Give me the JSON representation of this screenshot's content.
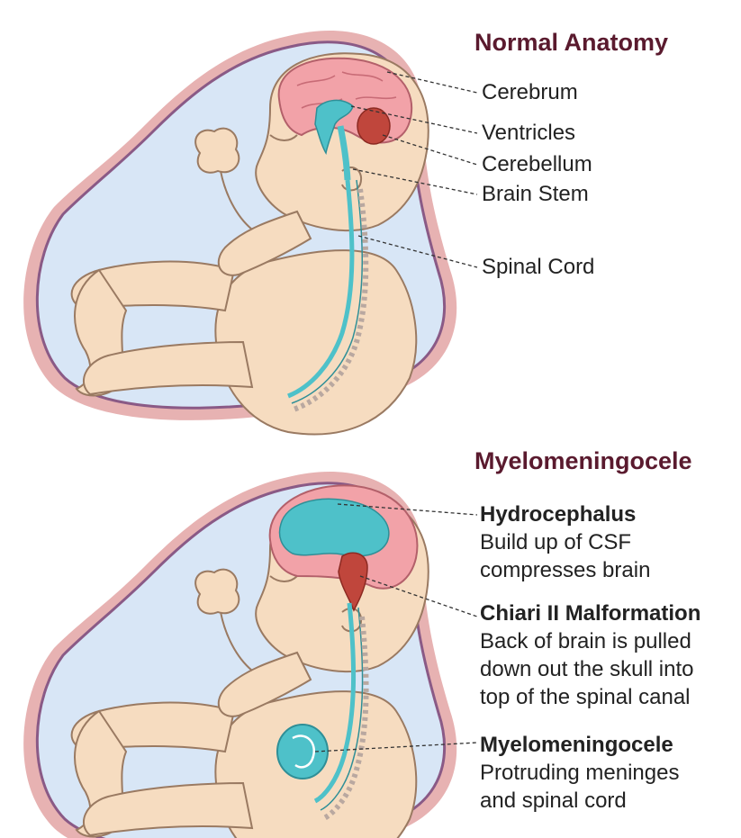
{
  "normal": {
    "title": "Normal Anatomy",
    "labels": {
      "cerebrum": "Cerebrum",
      "ventricles": "Ventricles",
      "cerebellum": "Cerebellum",
      "brain_stem": "Brain Stem",
      "spinal_cord": "Spinal Cord"
    }
  },
  "myelo": {
    "title": "Myelomeningocele",
    "callouts": [
      {
        "head": "Hydrocephalus",
        "lines": [
          "Build up of CSF",
          "compresses brain"
        ]
      },
      {
        "head": "Chiari II Malformation",
        "lines": [
          "Back of brain is pulled",
          "down out the skull into",
          "top of the spinal canal"
        ]
      },
      {
        "head": "Myelomeningocele",
        "lines": [
          "Protruding meninges",
          "and spinal cord"
        ]
      }
    ]
  },
  "colors": {
    "title": "#5a1a2e",
    "amniotic_fluid": "#d8e6f6",
    "outer_membrane": "#e7b2b2",
    "inner_membrane": "#8a5a86",
    "skin": "#f6dcc0",
    "skin_outline": "#9a7a62",
    "cerebrum": "#f2a2a8",
    "csf": "#4ec1c9",
    "cerebellum": "#c0463c"
  }
}
